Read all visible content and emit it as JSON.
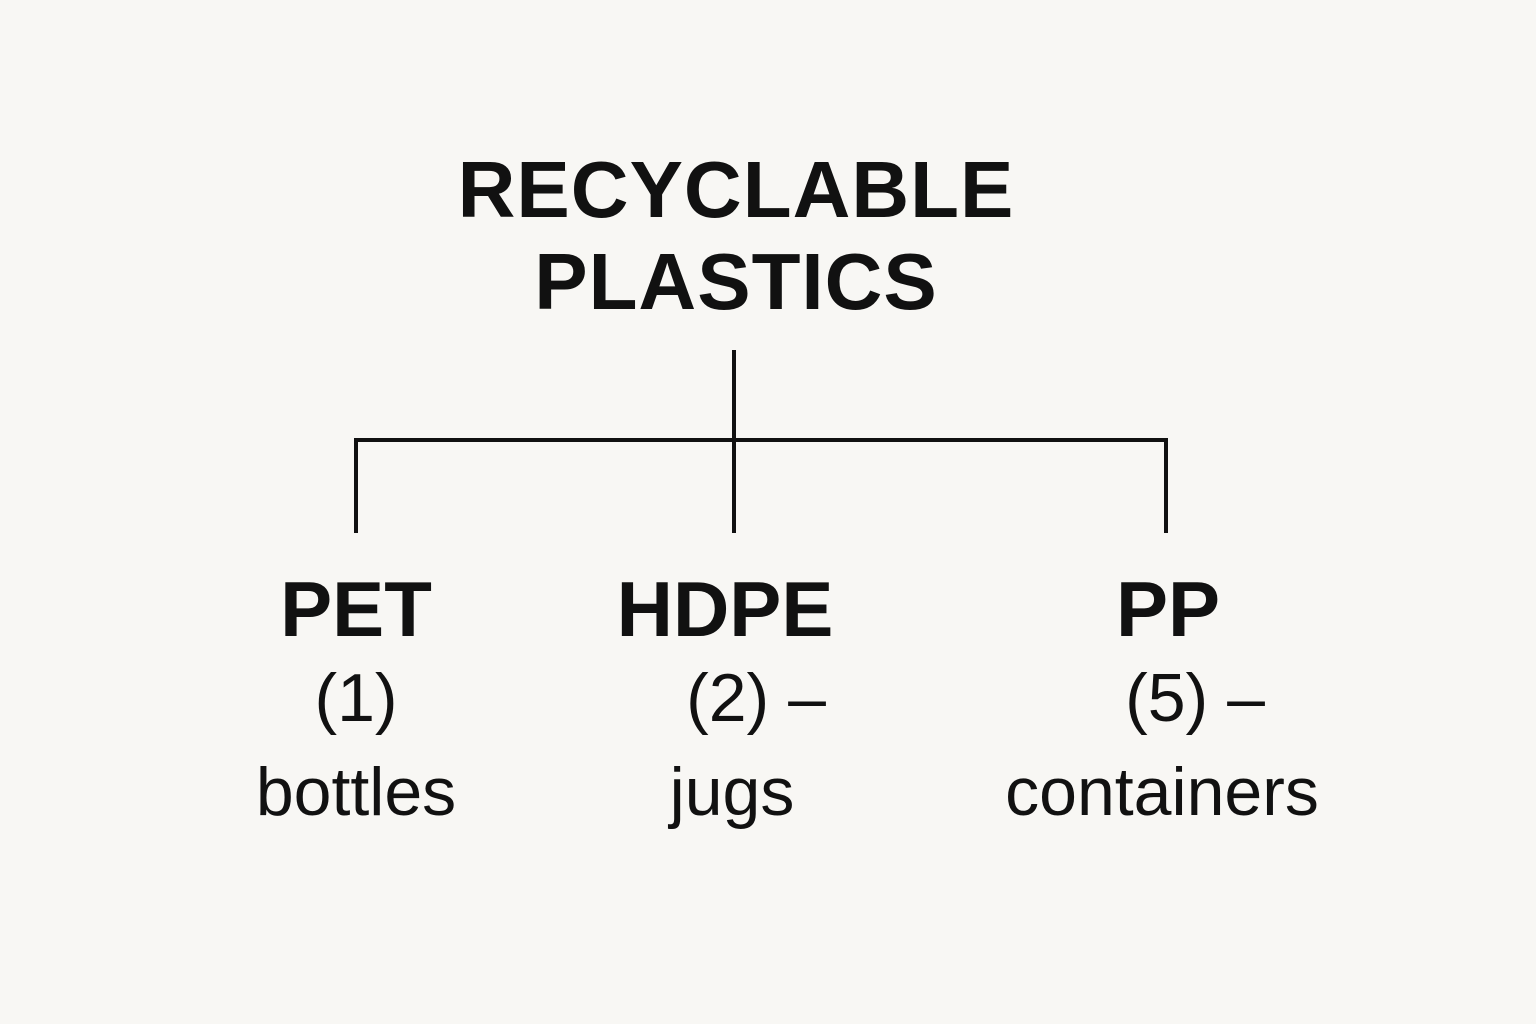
{
  "diagram": {
    "root": {
      "title_line1": "RECYCLABLE",
      "title_line2": "PLASTICS"
    },
    "children": [
      {
        "name": "PET",
        "code": "(1)",
        "description": "bottles"
      },
      {
        "name": "HDPE",
        "code": "(2) –",
        "description": "jugs"
      },
      {
        "name": "PP",
        "code": "(5) –",
        "description": "containers"
      }
    ]
  }
}
